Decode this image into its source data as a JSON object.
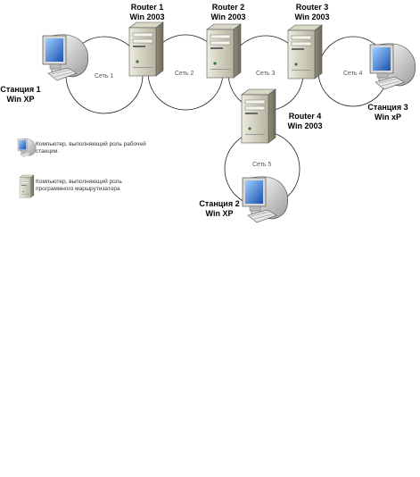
{
  "routers": [
    {
      "name": "Router 1",
      "os": "Win 2003"
    },
    {
      "name": "Router 2",
      "os": "Win 2003"
    },
    {
      "name": "Router 3",
      "os": "Win 2003"
    },
    {
      "name": "Router 4",
      "os": "Win 2003"
    }
  ],
  "stations": [
    {
      "name": "Станция 1",
      "os": "Win XP"
    },
    {
      "name": "Станция 2",
      "os": "Win XP"
    },
    {
      "name": "Станция 3",
      "os": "Win xP"
    }
  ],
  "networks": [
    "Сеть 1",
    "Сеть 2",
    "Сеть 3",
    "Сеть 4",
    "Сеть 5"
  ],
  "legend": {
    "workstation": "Компьютер, выполняющий роль рабочей станции.",
    "router": "Компьютер, выполняющий роль программного маршрутизатора"
  },
  "icons": {
    "router": "server-tower-icon",
    "station": "desktop-computer-icon"
  }
}
